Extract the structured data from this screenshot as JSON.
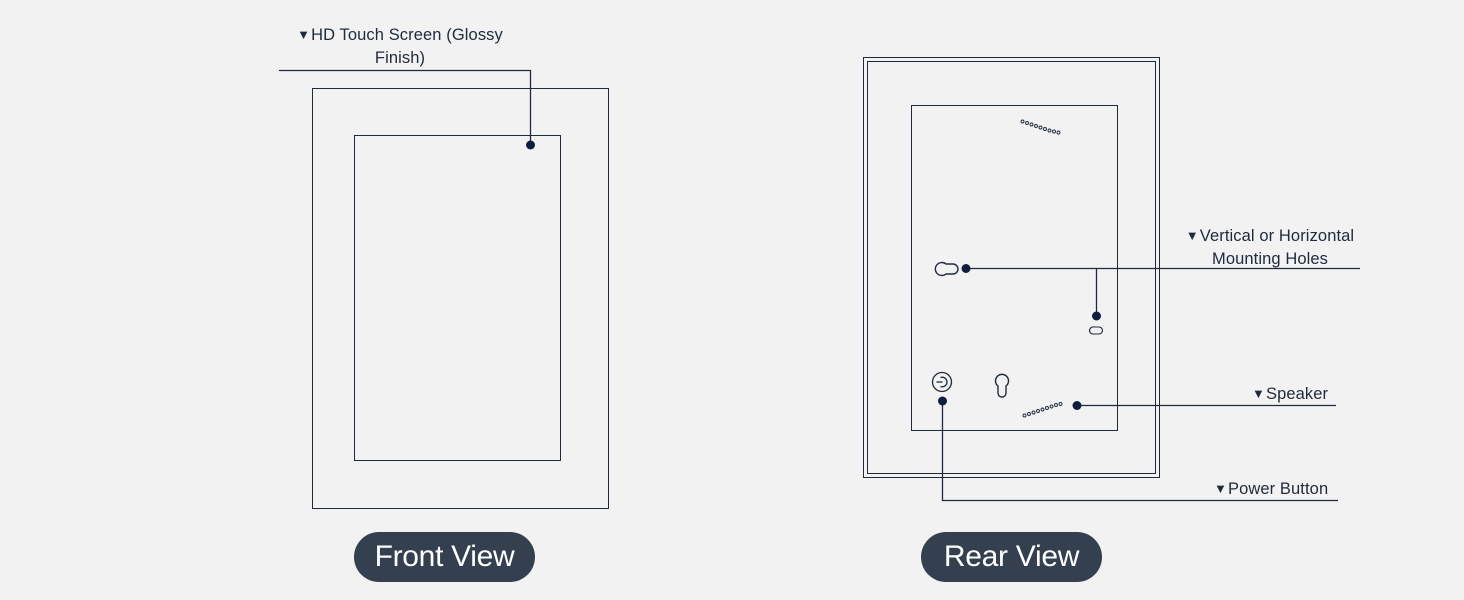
{
  "colors": {
    "background": "#f2f2f2",
    "line": "#1f2a3c",
    "dot": "#0f1e3d",
    "pill": "#34404f",
    "pill_text": "#ffffff"
  },
  "front": {
    "callout": {
      "marker": "▼",
      "line1": "HD Touch Screen (Glossy",
      "line2": "Finish)"
    },
    "title": "Front View"
  },
  "rear": {
    "callouts": {
      "mounting": {
        "marker": "▼",
        "line1": "Vertical or Horizontal",
        "line2": "Mounting Holes"
      },
      "speaker": {
        "marker": "▼",
        "text": "Speaker"
      },
      "power": {
        "marker": "▼",
        "text": "Power Button"
      }
    },
    "icons": [
      "keyhole-horizontal-icon",
      "keyhole-horizontal-small-icon",
      "keyhole-vertical-icon",
      "power-icon",
      "speaker-grille-icon"
    ],
    "title": "Rear View"
  }
}
